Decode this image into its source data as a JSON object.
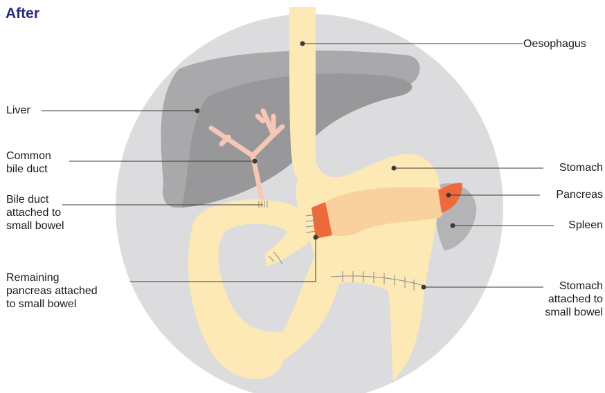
{
  "heading": "After",
  "labels": {
    "oesophagus": [
      "Oesophagus"
    ],
    "liver": [
      "Liver"
    ],
    "common_bile_duct": [
      "Common",
      "bile duct"
    ],
    "bile_duct_attached": [
      "Bile duct",
      "attached to",
      "small bowel"
    ],
    "remaining_pancreas": [
      "Remaining",
      "pancreas attached",
      "to small bowel"
    ],
    "stomach": [
      "Stomach"
    ],
    "pancreas": [
      "Pancreas"
    ],
    "spleen": [
      "Spleen"
    ],
    "stomach_attached": [
      "Stomach",
      "attached to",
      "small bowel"
    ]
  },
  "colors": {
    "heading": "#262a78",
    "background_circle": "#dcdcde",
    "liver": "#a9a9ab",
    "liver_dark": "#98989a",
    "bowel_stomach": "#fde9b5",
    "pancreas_body": "#f8d19f",
    "pancreas_tail": "#ee6a3d",
    "bile_duct": "#f6c7b4",
    "spleen": "#b4b4b6"
  }
}
